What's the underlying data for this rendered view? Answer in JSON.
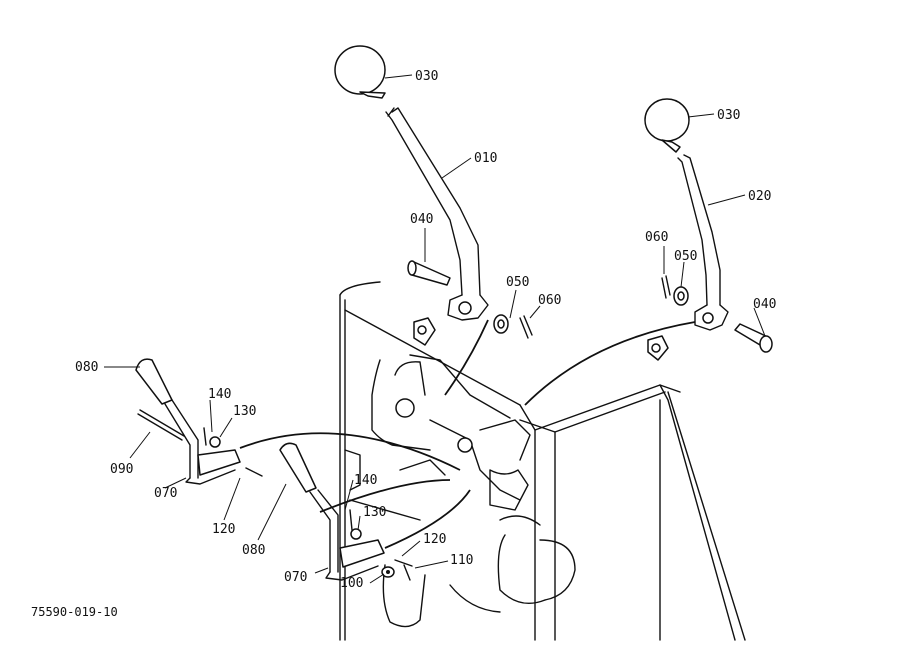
{
  "labels": {
    "p030a": "030",
    "p010": "010",
    "p030b": "030",
    "p020": "020",
    "p040a": "040",
    "p050a": "050",
    "p060a": "060",
    "p060b": "060",
    "p050b": "050",
    "p040b": "040",
    "p080a": "080",
    "p140a": "140",
    "p130a": "130",
    "p090": "090",
    "p070a": "070",
    "p120a": "120",
    "p080b": "080",
    "p140b": "140",
    "p130b": "130",
    "p120b": "120",
    "p070b": "070",
    "p110": "110",
    "p100": "100"
  },
  "figure_code": "75590-019-10"
}
